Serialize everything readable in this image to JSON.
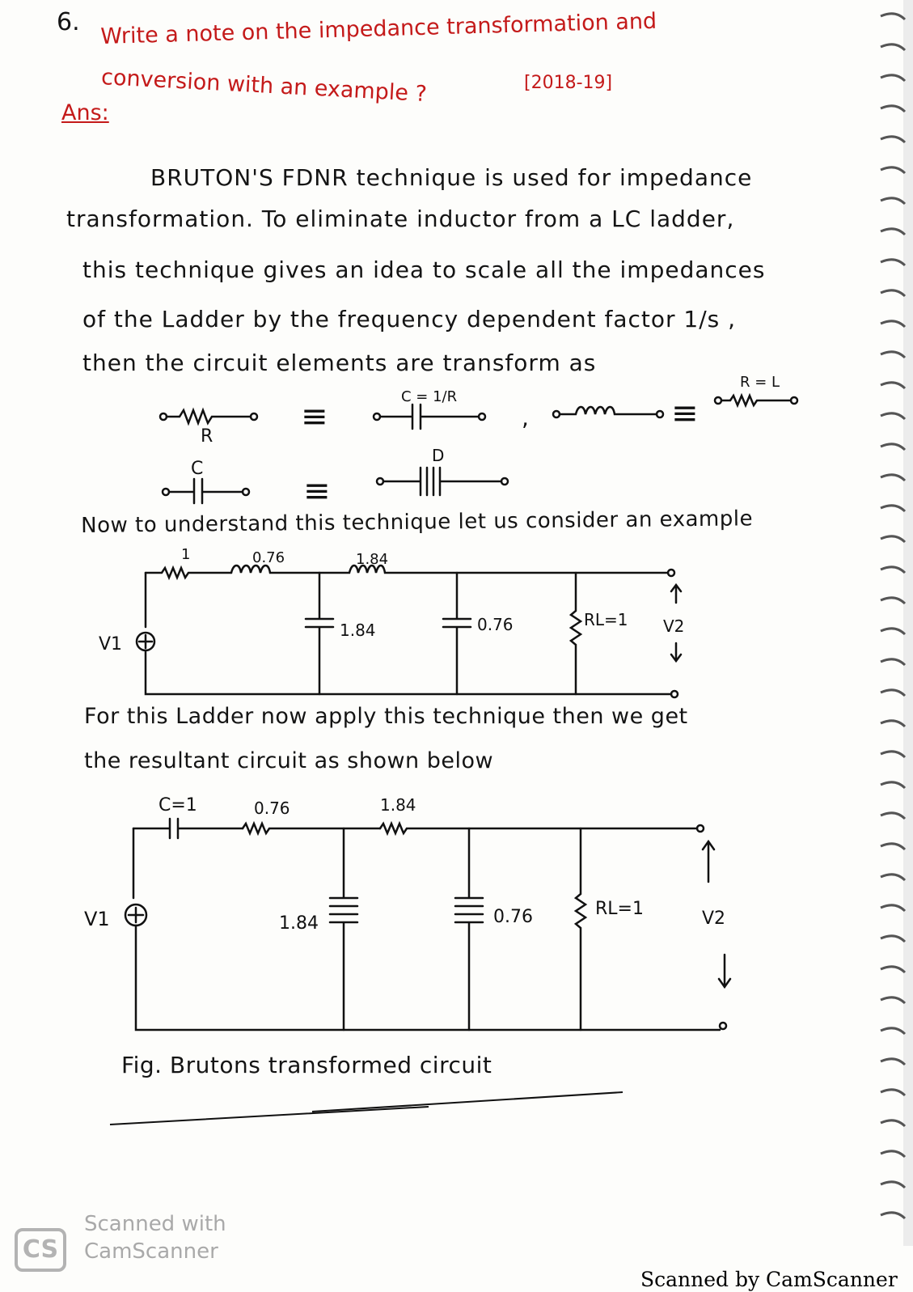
{
  "question": {
    "number": "6.",
    "line1": "Write a note on the impedance transformation and",
    "line2": "conversion with an example ?",
    "year": "[2018-19]"
  },
  "answer_label": "Ans:",
  "paragraph": [
    "BRUTON'S FDNR technique is used for impedance",
    "transformation. To eliminate inductor from a LC ladder,",
    "this technique gives an idea to scale all the impedances",
    "of the Ladder by the frequency dependent factor 1/s ,",
    "then the circuit elements are transform as"
  ],
  "transforms": {
    "r_label": "R",
    "c_eq_label": "C = 1/R",
    "comma": ",",
    "rl_label": "R = L",
    "c_label": "C",
    "d_label": "D",
    "equiv": "≡"
  },
  "example_intro": "Now to understand this technique let us consider an example",
  "circuit1": {
    "r_series": "1",
    "l1": "0.76",
    "l2": "1.84",
    "c1": "1.84",
    "c2": "0.76",
    "rl": "RL=1",
    "v1": "V1",
    "v2": "V2"
  },
  "apply_text": [
    "For this Ladder now apply this technique then we get",
    "the resultant circuit as shown below"
  ],
  "circuit2": {
    "c_series": "C=1",
    "r1": "0.76",
    "r2": "1.84",
    "d1": "1.84",
    "d2": "0.76",
    "rl": "RL=1",
    "v1": "V1",
    "v2": "V2"
  },
  "caption": "Fig. Brutons transformed circuit",
  "watermark": {
    "logo": "CS",
    "line1": "Scanned with",
    "line2": "CamScanner",
    "footer": "Scanned by CamScanner"
  }
}
